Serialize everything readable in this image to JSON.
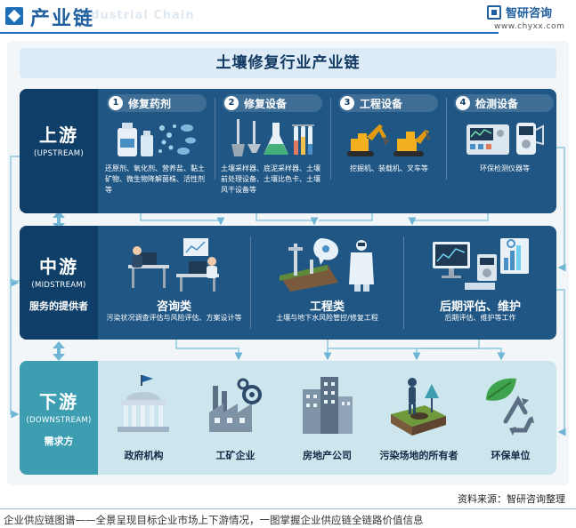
{
  "header": {
    "title": "产业链",
    "watermark": "Industrial Chain",
    "brand_name": "智研咨询",
    "brand_url": "www.chyxx.com"
  },
  "diagram": {
    "title": "土壤修复行业产业链",
    "upstream": {
      "name": "上游",
      "name_en": "(UPSTREAM)",
      "items": [
        {
          "num": "1",
          "label": "修复药剂",
          "desc": "还原剂、氧化剂、营养盐、黏土矿物、微生物降解菌株、活性剂等"
        },
        {
          "num": "2",
          "label": "修复设备",
          "desc": "土壤采样器、底泥采样器、土壤前处理设备、土壤比色卡、土壤风干设备等"
        },
        {
          "num": "3",
          "label": "工程设备",
          "desc": "挖掘机、装载机、叉车等"
        },
        {
          "num": "4",
          "label": "检测设备",
          "desc": "环保检测仪器等"
        }
      ]
    },
    "midstream": {
      "name": "中游",
      "name_en": "(MIDSTREAM)",
      "sub": "服务的提供者",
      "items": [
        {
          "label": "咨询类",
          "desc": "污染状况调查评估与风险评估、方案设计等"
        },
        {
          "label": "工程类",
          "desc": "土壤与地下水风险管控/修复工程"
        },
        {
          "label": "后期评估、维护",
          "desc": "后期评估、维护等工作"
        }
      ]
    },
    "downstream": {
      "name": "下游",
      "name_en": "(DOWNSTREAM)",
      "sub": "需求方",
      "items": [
        {
          "label": "政府机构"
        },
        {
          "label": "工矿企业"
        },
        {
          "label": "房地产公司"
        },
        {
          "label": "污染场地的所有者"
        },
        {
          "label": "环保单位"
        }
      ]
    }
  },
  "footer": {
    "source": "资料来源：智研咨询整理",
    "tagline": "企业供应链图谱——全景呈现目标企业市场上下游情况，一图掌握企业供应链全链路价值信息"
  },
  "colors": {
    "upstream_bg": "#1f5684",
    "tier_head": "#0f3f68",
    "downstream_bg": "#cde6ee",
    "downstream_head": "#3d9eb2",
    "accent": "#1f6fb8"
  },
  "icons": {
    "reagents": "reagent-bottles-icon",
    "repair_equipment": "shovel-flask-icon",
    "engineering_equipment": "excavator-icon",
    "testing_equipment": "testing-instrument-icon",
    "consulting": "consulting-desk-icon",
    "engineering": "remediation-site-icon",
    "evaluation": "monitoring-dashboard-icon",
    "government": "government-building-icon",
    "industry": "factory-icon",
    "real_estate": "skyscraper-icon",
    "site_owner": "contaminated-land-icon",
    "environmental": "recycle-leaf-icon"
  }
}
